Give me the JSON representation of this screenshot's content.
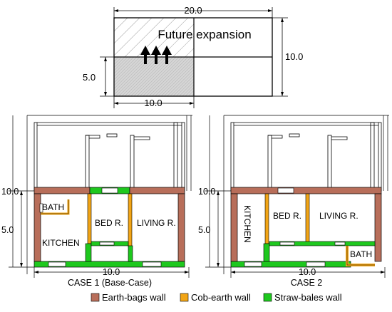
{
  "top_plan": {
    "width_label": "20.0",
    "height_label": "10.0",
    "left_label": "5.0",
    "bottom_label": "10.0",
    "title": "Future expansion"
  },
  "case1": {
    "dim_top": "10.0",
    "dim_side": "5.0",
    "dim_bottom": "10.0",
    "rooms": {
      "bath": "BATH",
      "kitchen": "KITCHEN",
      "bed": "BED R.",
      "living": "LIVING R."
    },
    "caption": "CASE 1 (Base-Case)"
  },
  "case2": {
    "dim_top": "10.0",
    "dim_side": "5.0",
    "dim_bottom": "10.0",
    "rooms": {
      "kitchen": "KITCHEN",
      "bed": "BED R.",
      "living": "LIVING R.",
      "bath": "BATH"
    },
    "caption": "CASE 2"
  },
  "legend": {
    "items": [
      {
        "label": "Earth-bags wall",
        "color": "#b86e5a"
      },
      {
        "label": "Cob-earth wall",
        "color": "#f2a516"
      },
      {
        "label": "Straw-bales wall",
        "color": "#1ec81e"
      }
    ]
  },
  "colors": {
    "earth": "#b86e5a",
    "cob": "#f2a516",
    "straw": "#1ec81e",
    "line": "#000000",
    "hatch": "#777777",
    "shade": "#d4d4d4"
  }
}
